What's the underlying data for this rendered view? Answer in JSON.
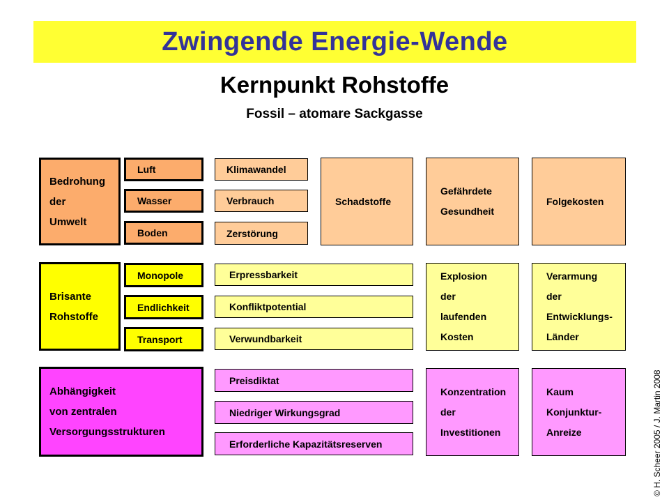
{
  "banner": {
    "title": "Zwingende Energie-Wende"
  },
  "heading": {
    "title": "Kernpunkt Rohstoffe",
    "subtitle": "Fossil – atomare Sackgasse"
  },
  "colors": {
    "banner_bg": "#FFFF33",
    "banner_text": "#333399",
    "orange_strong": "#FCAC6C",
    "orange_light": "#FFCC99",
    "yellow_strong": "#FFFF00",
    "yellow_light": "#FFFF99",
    "magenta_strong": "#FF44FF",
    "magenta_light": "#FF99FF",
    "border": "#000000"
  },
  "row1": {
    "lead_lines": [
      "Bedrohung",
      "der",
      "Umwelt"
    ],
    "causes": [
      "Luft",
      "Wasser",
      "Boden"
    ],
    "effects": [
      "Klimawandel",
      "Verbrauch",
      "Zerstörung"
    ],
    "impacts": [
      [
        "Schadstoffe"
      ],
      [
        "Gefährdete",
        "Gesundheit"
      ],
      [
        "Folgekosten"
      ]
    ]
  },
  "row2": {
    "lead_lines": [
      "Brisante",
      "Rohstoffe"
    ],
    "causes": [
      "Monopole",
      "Endlichkeit",
      "Transport"
    ],
    "effects": [
      "Erpressbarkeit",
      "Konfliktpotential",
      "Verwundbarkeit"
    ],
    "impacts": [
      [
        "Explosion",
        "der",
        "laufenden",
        "Kosten"
      ],
      [
        "Verarmung",
        "der",
        "Entwicklungs-",
        "Länder"
      ]
    ]
  },
  "row3": {
    "lead_lines": [
      "Abhängigkeit",
      "von zentralen",
      "Versorgungsstrukturen"
    ],
    "effects": [
      "Preisdiktat",
      "Niedriger Wirkungsgrad",
      "Erforderliche Kapazitätsreserven"
    ],
    "impacts": [
      [
        "Konzentration",
        "der",
        "Investitionen"
      ],
      [
        "Kaum",
        "Konjunktur-",
        "Anreize"
      ]
    ]
  },
  "footer": {
    "copyright": "© H. Scheer 2005 / J. Martin 2008"
  }
}
